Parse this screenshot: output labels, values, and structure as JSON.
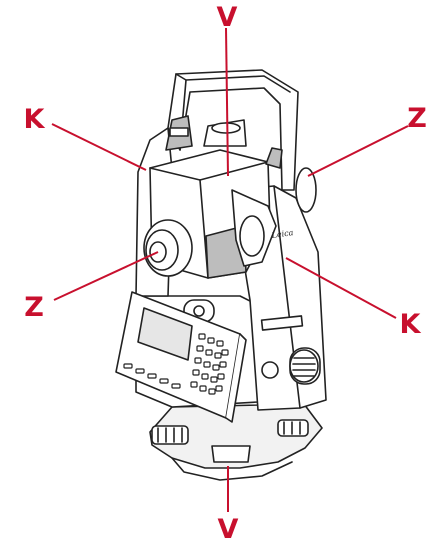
{
  "colors": {
    "label": "#c8102e",
    "line": "#222222",
    "paper": "#ffffff",
    "shade": "#dcdcdc",
    "dark": "#9a9a9a"
  },
  "labels": {
    "v_top": "V",
    "v_bottom": "V",
    "k_left": "K",
    "k_right": "K",
    "z_left": "Z",
    "z_right": "Z"
  },
  "instrument": {
    "brand": "Leica"
  }
}
